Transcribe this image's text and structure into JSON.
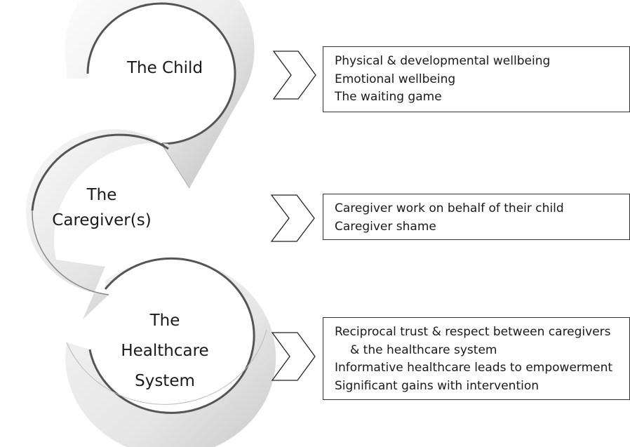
{
  "stages": [
    {
      "title_lines": [
        "The Child"
      ]
    },
    {
      "title_lines": [
        "The",
        "Caregiver(s)"
      ]
    },
    {
      "title_lines": [
        "The",
        "Healthcare",
        "System"
      ]
    }
  ],
  "themes": [
    {
      "items": [
        {
          "text": "Physical & developmental wellbeing",
          "indent": false
        },
        {
          "text": "Emotional wellbeing",
          "indent": false
        },
        {
          "text": "The waiting game",
          "indent": false
        }
      ]
    },
    {
      "items": [
        {
          "text": "Caregiver work on behalf of their child",
          "indent": false
        },
        {
          "text": "Caregiver shame",
          "indent": false
        }
      ]
    },
    {
      "items": [
        {
          "text": "Reciprocal trust & respect between caregivers",
          "indent": false
        },
        {
          "text": "& the healthcare system",
          "indent": true
        },
        {
          "text": "Informative healthcare leads to empowerment",
          "indent": false
        },
        {
          "text": "Significant gains with intervention",
          "indent": false
        }
      ]
    }
  ],
  "colors": {
    "stroke": "#333333",
    "arrow_light": "#f6f6f6",
    "arrow_dark": "#c2c2c2",
    "box_border": "#333333"
  },
  "icons": [
    "curved-arrow-icon",
    "chevron-right-icon"
  ]
}
